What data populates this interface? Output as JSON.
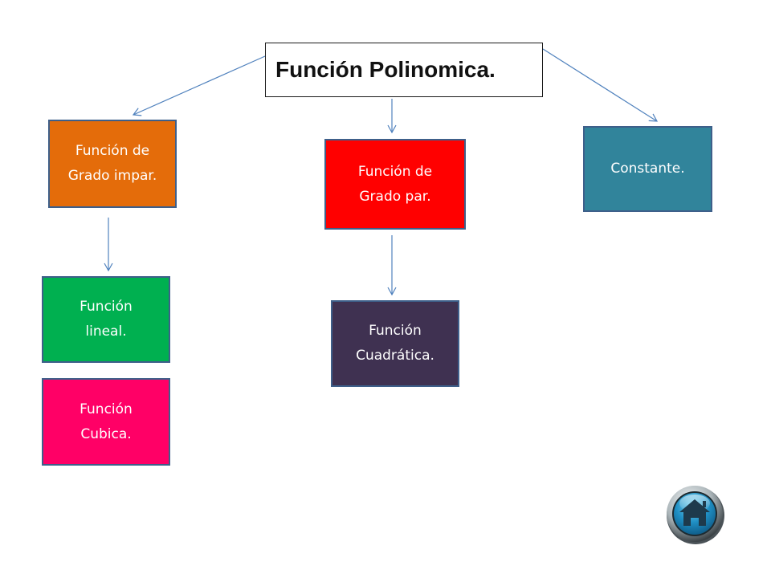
{
  "diagram": {
    "title": "Función Polinomica.",
    "nodes": {
      "grado_impar": {
        "lines": [
          "Función de",
          "Grado impar."
        ],
        "color": "#e46c0a"
      },
      "grado_par": {
        "lines": [
          "Función de",
          "Grado par."
        ],
        "color": "#ff0000"
      },
      "constante": {
        "lines": [
          "Constante."
        ],
        "color": "#31849b"
      },
      "lineal": {
        "lines": [
          "Función",
          "lineal."
        ],
        "color": "#00b050"
      },
      "cubica": {
        "lines": [
          "Función",
          "Cubica."
        ],
        "color": "#ff0066"
      },
      "cuadratica": {
        "lines": [
          "Función",
          "Cuadrática."
        ],
        "color": "#3f3151"
      }
    },
    "edges": [
      {
        "from": "title",
        "to": "grado_impar"
      },
      {
        "from": "title",
        "to": "grado_par"
      },
      {
        "from": "title",
        "to": "constante"
      },
      {
        "from": "grado_impar",
        "to": "lineal"
      },
      {
        "from": "grado_par",
        "to": "cuadratica"
      }
    ],
    "connector_color": "#4f81bd"
  },
  "home_button": {
    "icon": "home-icon"
  }
}
